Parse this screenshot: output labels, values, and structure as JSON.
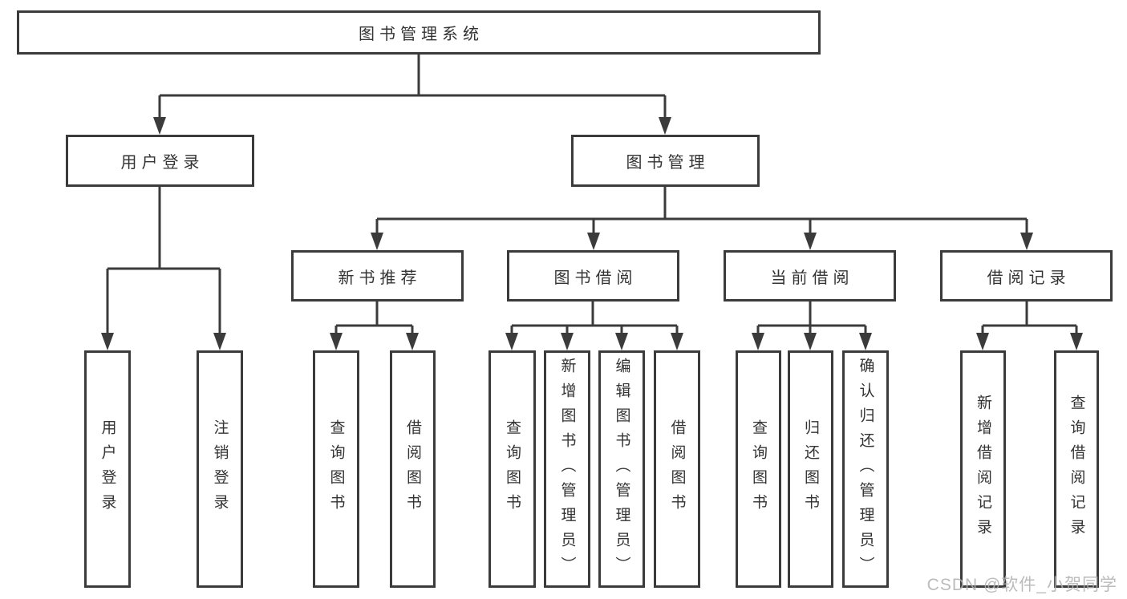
{
  "diagram": {
    "tree": {
      "root": {
        "label": "图书管理系统"
      },
      "level2": [
        {
          "label": "用户登录",
          "children": [
            {
              "label": "用户登录"
            },
            {
              "label": "注销登录"
            }
          ]
        },
        {
          "label": "图书管理",
          "children": [
            {
              "label": "新书推荐",
              "children": [
                {
                  "label": "查询图书"
                },
                {
                  "label": "借阅图书"
                }
              ]
            },
            {
              "label": "图书借阅",
              "children": [
                {
                  "label": "查询图书"
                },
                {
                  "label": "新增图书（管理员）"
                },
                {
                  "label": "编辑图书（管理员）"
                },
                {
                  "label": "借阅图书"
                }
              ]
            },
            {
              "label": "当前借阅",
              "children": [
                {
                  "label": "查询图书"
                },
                {
                  "label": "归还图书"
                },
                {
                  "label": "确认归还（管理员）"
                }
              ]
            },
            {
              "label": "借阅记录",
              "children": [
                {
                  "label": "新增借阅记录"
                },
                {
                  "label": "查询借阅记录"
                }
              ]
            }
          ]
        }
      ]
    }
  },
  "watermark": {
    "text": "CSDN @软件_小贺同学"
  },
  "colors": {
    "line": "#3b3b3b",
    "text": "#333333",
    "background": "#ffffff",
    "watermark": "#afafaf"
  }
}
